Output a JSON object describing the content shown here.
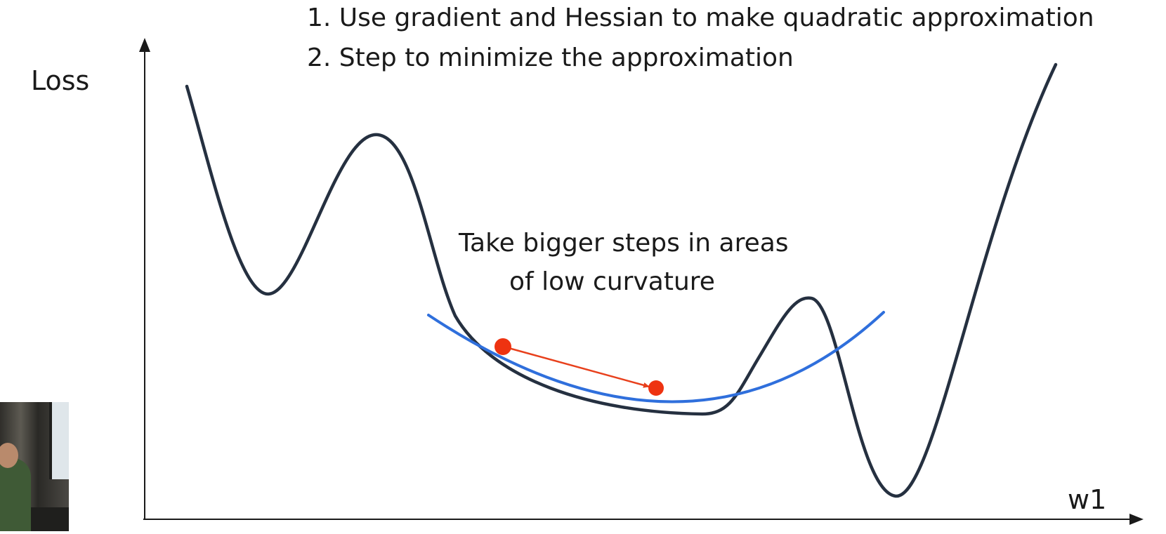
{
  "slide": {
    "step1": "1. Use gradient and Hessian to make quadratic approximation",
    "step2": "2. Step to minimize the approximation",
    "y_axis_label": "Loss",
    "x_axis_label": "w1",
    "annotation_line1": "Take bigger steps in areas",
    "annotation_line2": "of low curvature"
  },
  "colors": {
    "loss_curve": "#253040",
    "quadratic_approx": "#2f6fdc",
    "step_point": "#ee3311",
    "step_arrow": "#e8401c",
    "axis": "#1a1a1a",
    "text": "#1a1a1a"
  }
}
